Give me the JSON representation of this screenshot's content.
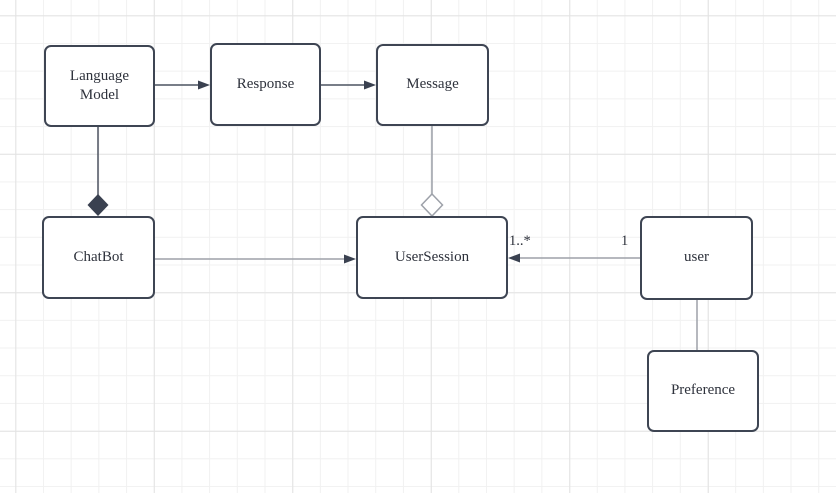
{
  "app": {
    "description": "UML class diagram on grid canvas"
  },
  "colors": {
    "canvas_background": "#ffffff",
    "grid_minor": "#f1f1f1",
    "grid_major": "#e3e3e3",
    "node_border": "#3e4553",
    "node_fill": "#ffffff",
    "text": "#2e323c",
    "edge_dark": "#4c5361",
    "edge_gray": "#9da1a9",
    "arrowhead_fill": "#3a4150"
  },
  "diagram": {
    "nodes": [
      {
        "id": "language-model",
        "label": "Language\nModel"
      },
      {
        "id": "response",
        "label": "Response"
      },
      {
        "id": "message",
        "label": "Message"
      },
      {
        "id": "chatbot",
        "label": "ChatBot"
      },
      {
        "id": "user-session",
        "label": "UserSession"
      },
      {
        "id": "user",
        "label": "user"
      },
      {
        "id": "preference",
        "label": "Preference"
      }
    ],
    "edges": [
      {
        "from": "Language Model",
        "to": "Response",
        "type": "directed-association"
      },
      {
        "from": "Response",
        "to": "Message",
        "type": "directed-association"
      },
      {
        "from": "Language Model",
        "to": "ChatBot",
        "type": "composition",
        "marker": "filled-diamond-at-chatbot"
      },
      {
        "from": "Message",
        "to": "UserSession",
        "type": "aggregation",
        "marker": "hollow-diamond-at-usersession"
      },
      {
        "from": "ChatBot",
        "to": "UserSession",
        "type": "directed-association"
      },
      {
        "from": "user",
        "to": "UserSession",
        "type": "directed-association",
        "source_label": "1",
        "target_label": "1..*"
      },
      {
        "from": "user",
        "to": "Preference",
        "type": "association"
      }
    ]
  }
}
